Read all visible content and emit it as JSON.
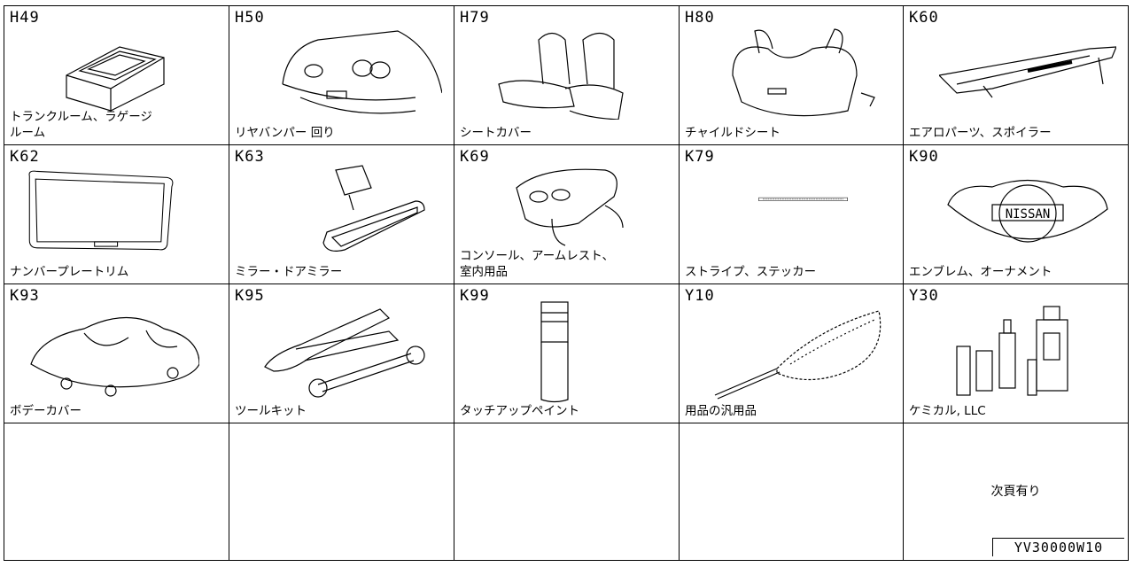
{
  "cells": [
    {
      "code": "H49",
      "label": "トランクルーム、ラゲージ\nルーム",
      "icon": "trunk-box-icon"
    },
    {
      "code": "H50",
      "label": "リヤバンパー 回り",
      "icon": "rear-bumper-icon"
    },
    {
      "code": "H79",
      "label": "シートカバー",
      "icon": "seat-cover-icon"
    },
    {
      "code": "H80",
      "label": "チャイルドシート",
      "icon": "child-seat-icon"
    },
    {
      "code": "K60",
      "label": "エアロパーツ、スポイラー",
      "icon": "spoiler-icon"
    },
    {
      "code": "K62",
      "label": "ナンバープレートリム",
      "icon": "plate-rim-icon"
    },
    {
      "code": "K63",
      "label": "ミラー・ドアミラー",
      "icon": "mirror-icon"
    },
    {
      "code": "K69",
      "label": "コンソール、アームレスト、\n室内用品",
      "icon": "console-icon"
    },
    {
      "code": "K79",
      "label": "ストライプ、ステッカー",
      "icon": "stripe-icon"
    },
    {
      "code": "K90",
      "label": "エンブレム、オーナメント",
      "icon": "emblem-icon"
    },
    {
      "code": "K93",
      "label": "ボデーカバー",
      "icon": "body-cover-icon"
    },
    {
      "code": "K95",
      "label": "ツールキット",
      "icon": "tool-kit-icon"
    },
    {
      "code": "K99",
      "label": "タッチアップペイント",
      "icon": "touch-up-paint-icon"
    },
    {
      "code": "Y10",
      "label": "用品の汎用品",
      "icon": "duster-icon"
    },
    {
      "code": "Y30",
      "label": "ケミカル, LLC",
      "icon": "chemical-bottles-icon"
    }
  ],
  "emblem_text": "NISSAN",
  "next_page": "次頁有り",
  "footer_code": "YV30000W10"
}
